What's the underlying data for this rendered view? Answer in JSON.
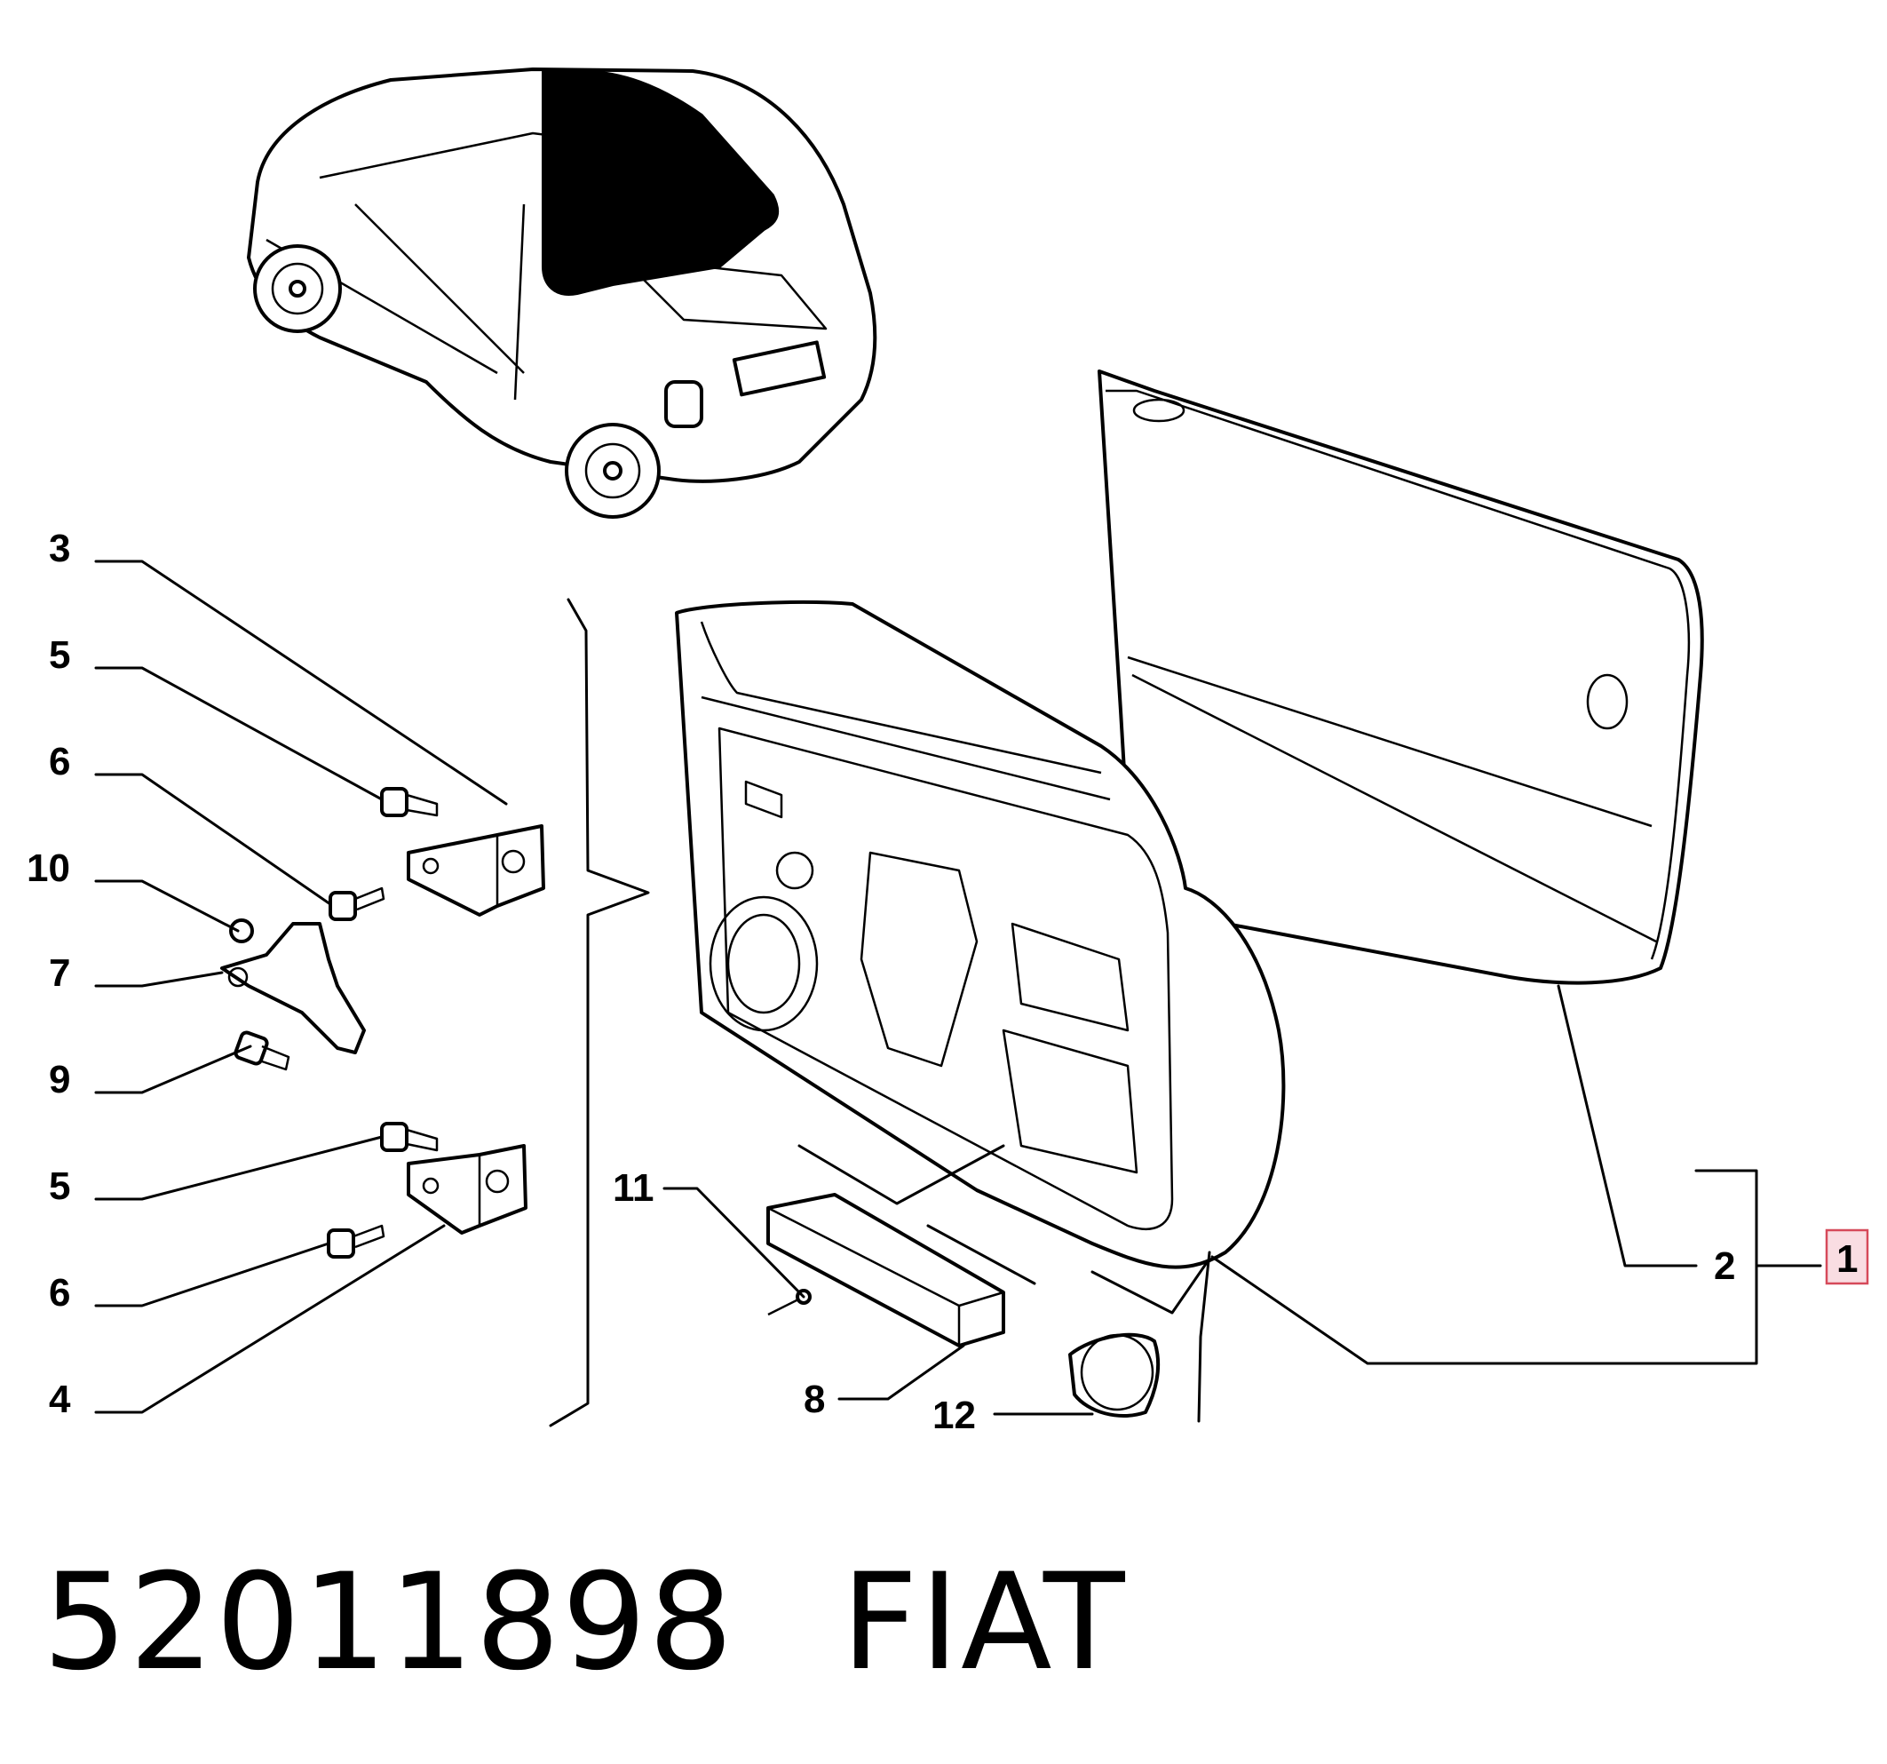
{
  "callouts": {
    "c1": "1",
    "c2": "2",
    "c3": "3",
    "c4": "4",
    "c5a": "5",
    "c5b": "5",
    "c6a": "6",
    "c6b": "6",
    "c7": "7",
    "c8": "8",
    "c9": "9",
    "c10": "10",
    "c11": "11",
    "c12": "12"
  },
  "highlight": {
    "callout": "1",
    "fill": "#f9dde2",
    "stroke": "#d64a5a"
  },
  "footer": {
    "part_number": "52011898",
    "brand": "FIAT"
  }
}
